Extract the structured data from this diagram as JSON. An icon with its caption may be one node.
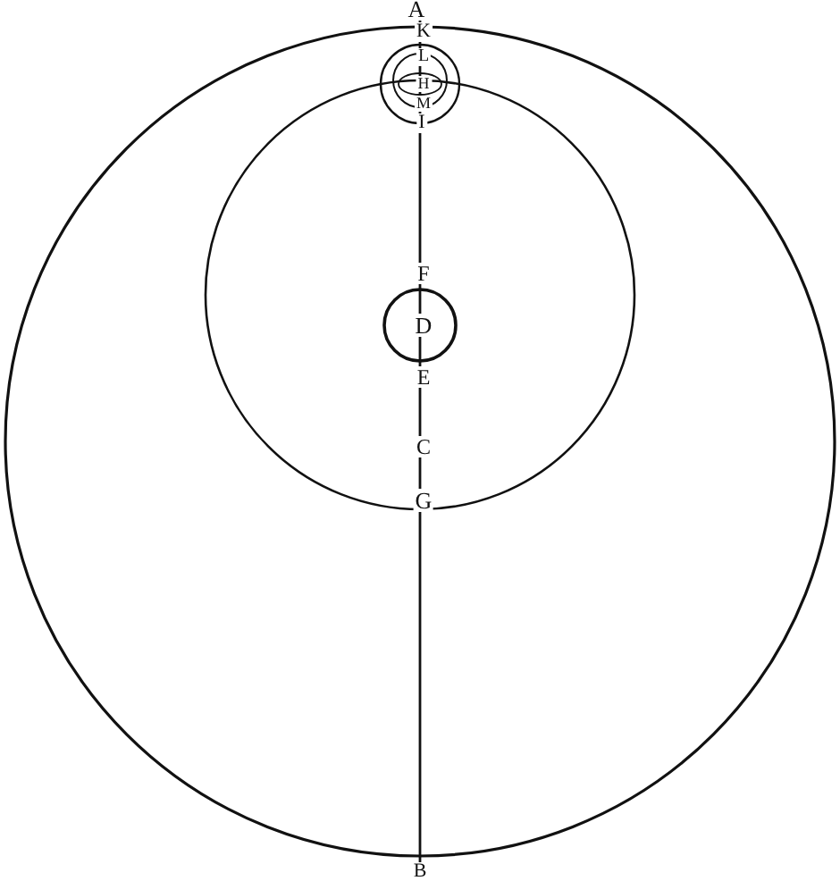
{
  "diagram": {
    "labels": [
      "A",
      "K",
      "L",
      "H",
      "M",
      "I",
      "F",
      "D",
      "E",
      "C",
      "G",
      "B"
    ]
  }
}
